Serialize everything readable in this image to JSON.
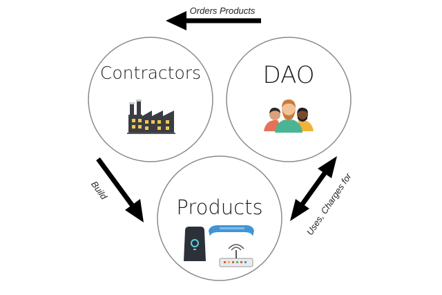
{
  "nodes": {
    "contractors": {
      "label": "Contractors",
      "icon": "factory-icon"
    },
    "dao": {
      "label": "DAO",
      "icon": "people-group-icon"
    },
    "products": {
      "label": "Products",
      "icon": "devices-icon"
    }
  },
  "edges": {
    "orders": {
      "label": "Orders Products",
      "from": "DAO",
      "to": "Contractors"
    },
    "build": {
      "label": "Build",
      "from": "Contractors",
      "to": "Products"
    },
    "uses": {
      "label": "Uses, Charges for",
      "from": "DAO",
      "to": "Products",
      "bidirectional": true
    }
  },
  "colors": {
    "circle_stroke": "#8a8a8a",
    "arrow": "#000000",
    "factory": "#3a3d44",
    "window": "#f3c64a",
    "skin": "#f2c29a",
    "beard": "#c97a3a",
    "shirt_green": "#4ab494",
    "band_blue": "#3f95d6"
  }
}
